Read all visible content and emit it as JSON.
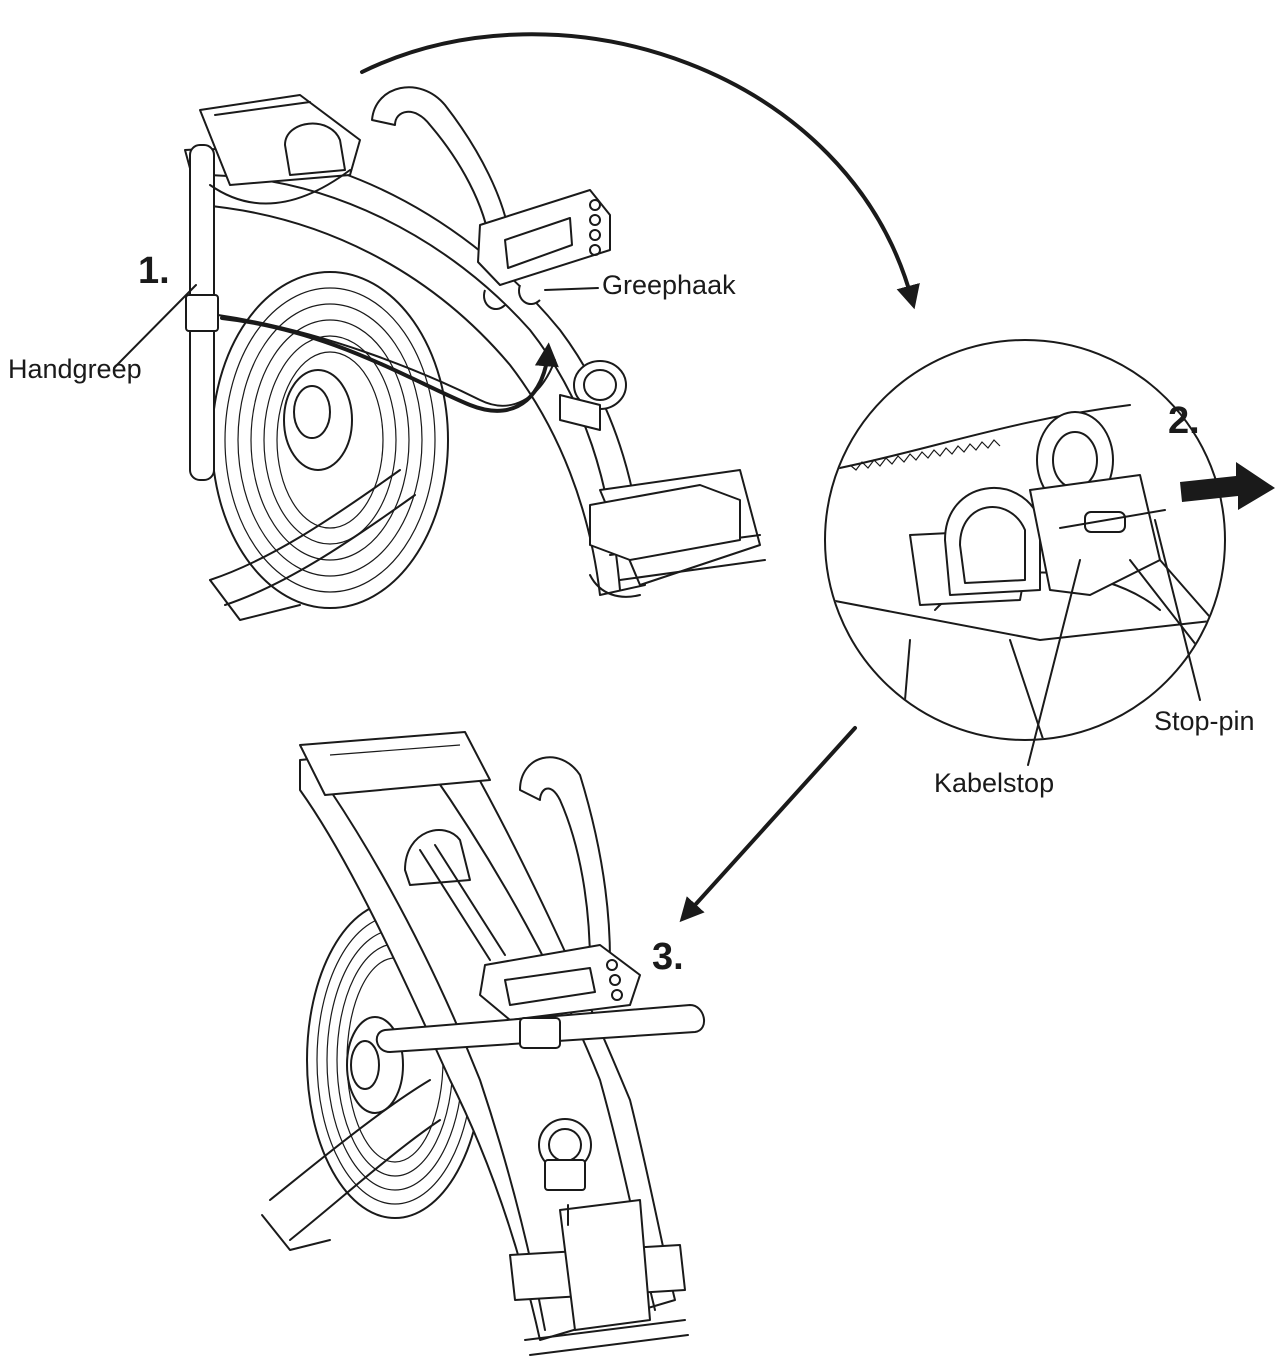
{
  "steps": {
    "step1": "1.",
    "step2": "2.",
    "step3": "3."
  },
  "labels": {
    "handgreep": "Handgreep",
    "greephaak": "Greephaak",
    "kabelstop": "Kabelstop",
    "stoppin": "Stop-pin"
  },
  "colors": {
    "line": "#1a1a1a",
    "background": "#ffffff"
  }
}
